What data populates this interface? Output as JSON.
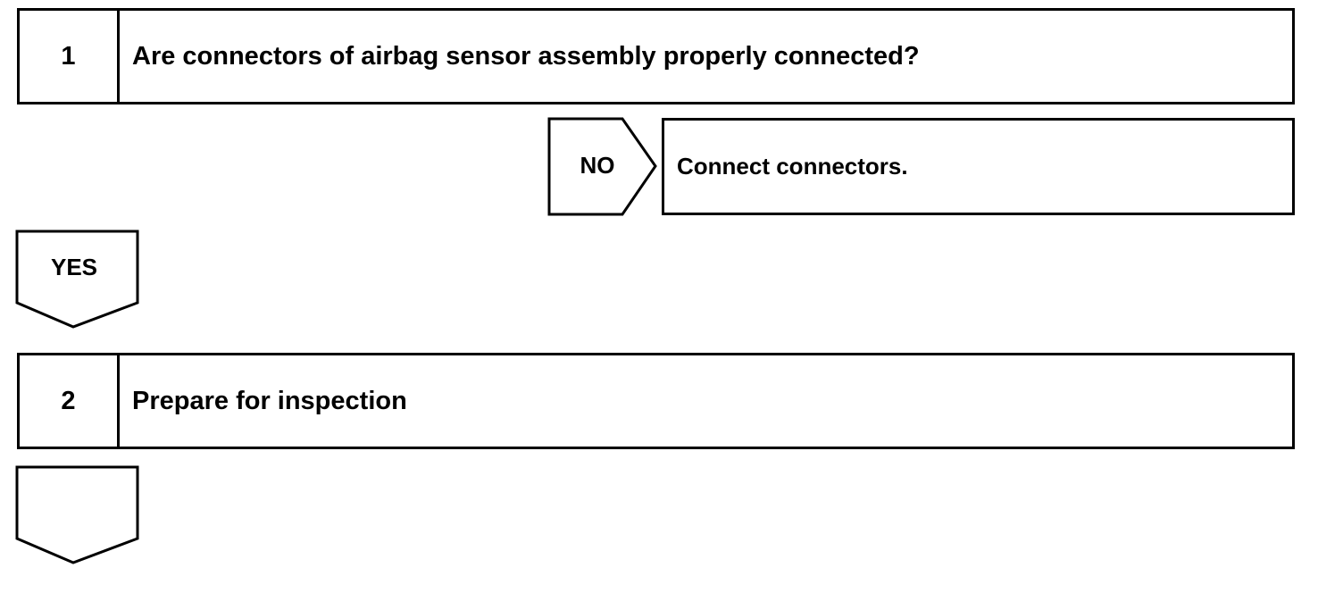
{
  "steps": [
    {
      "number": "1",
      "text": "Are connectors of airbag sensor assembly properly connected?"
    },
    {
      "number": "2",
      "text": "Prepare for inspection"
    }
  ],
  "branches": {
    "no_label": "NO",
    "no_action": "Connect connectors.",
    "yes_label": "YES"
  },
  "colors": {
    "line": "#000000",
    "background": "#ffffff"
  }
}
